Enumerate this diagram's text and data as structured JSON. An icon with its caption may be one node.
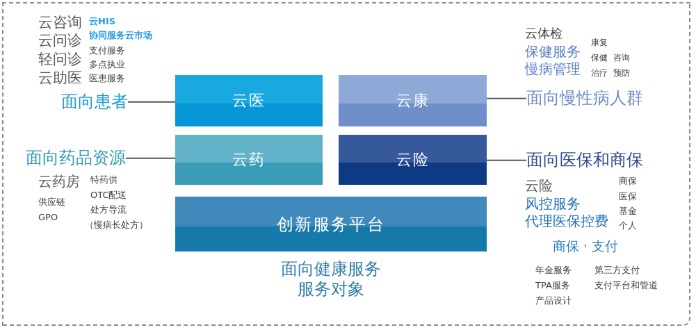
{
  "diagram": {
    "nodes": [
      {
        "text": [
          "云医"
        ]
      },
      {
        "text": [
          "云康"
        ]
      },
      {
        "text": [
          "云药"
        ]
      },
      {
        "text": [
          "云险"
        ]
      },
      {
        "text": [
          "创新服务平台"
        ],
        "beside": [
          "面向健康服务服务对象"
        ]
      },
      {
        "text": [
          "面向患者"
        ]
      },
      {
        "text": [
          "面向慢性病人群"
        ]
      },
      {
        "text": [
          "面向药品资源"
        ]
      },
      {
        "text": [
          "面向医保和商保"
        ]
      }
    ],
    "edges": [
      {
        "from": 5,
        "to": 0,
        "arrow": "none"
      },
      {
        "from": 6,
        "to": 1,
        "arrow": "none"
      },
      {
        "from": 7,
        "to": 2,
        "arrow": "none"
      },
      {
        "from": 8,
        "to": 3,
        "arrow": "none"
      }
    ],
    "labels": [
      "云咨询",
      "云问诊",
      "轻问诊",
      "云助医",
      "云HIS",
      "协同服务云市场",
      "支付服务",
      "多点执业",
      "医患服务",
      "云体检",
      "保健服务",
      "慢病管理",
      "康复",
      "保健",
      "咨询",
      "治疗",
      "预防",
      "云药房",
      "供应链",
      "GPO",
      "特药供",
      "OTC配送",
      "处方导流",
      "（慢病长处方）",
      "云险",
      "风控服务",
      "代理医保控费",
      "商保",
      "医保",
      "基金",
      "个人",
      "商保 · 支付",
      "年金服务",
      "TPA服务",
      "产品设计",
      "第三方支付",
      "支付平台和管道"
    ]
  }
}
